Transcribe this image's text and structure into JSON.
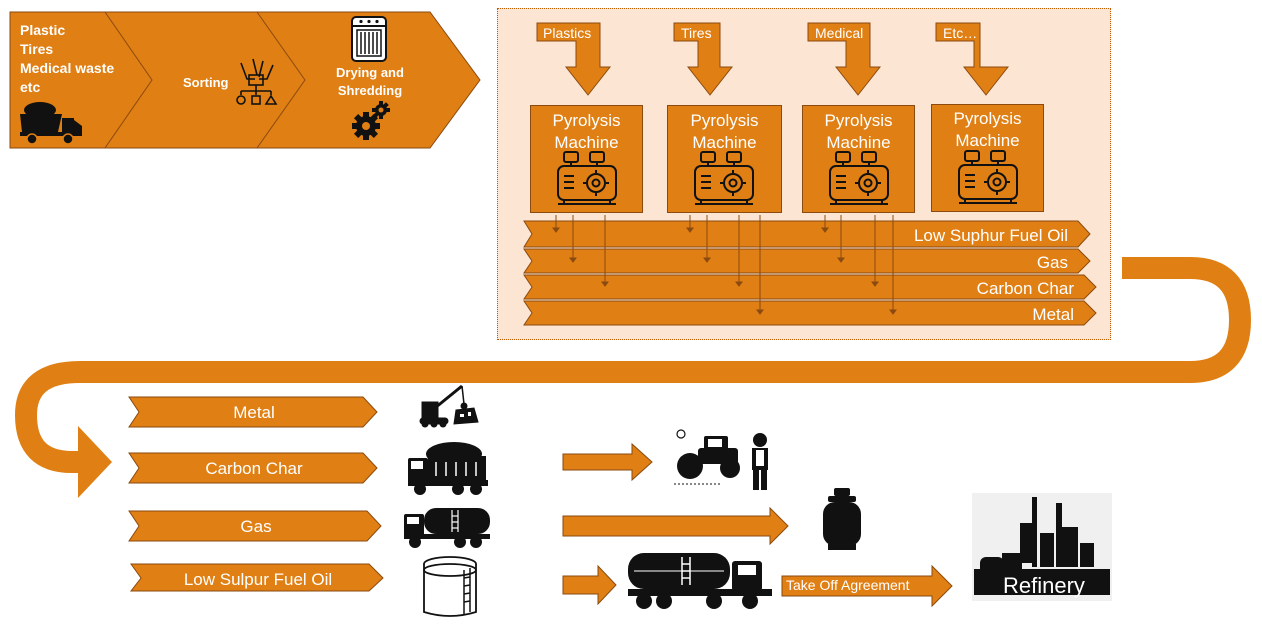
{
  "colors": {
    "accent": "#E07F13",
    "border": "#8a4a10",
    "panel_bg": "#FCE6D3",
    "icon": "#111111"
  },
  "stages": {
    "collection": {
      "lines": [
        "Plastic",
        "Tires",
        "Medical waste",
        "etc"
      ],
      "icon": "dump-truck-icon"
    },
    "sorting": {
      "label": "Sorting",
      "icon": "sorting-network-icon"
    },
    "drying": {
      "label_line1": "Drying and",
      "label_line2": "Shredding",
      "icons": [
        "dryer-icon",
        "gears-icon"
      ]
    }
  },
  "pyrolysis": {
    "inputs": [
      "Plastics",
      "Tires",
      "Medical",
      "Etc…"
    ],
    "machine_line1": "Pyrolysis",
    "machine_line2": "Machine",
    "outputs": [
      "Low Suphur Fuel Oil",
      "Gas",
      "Carbon Char",
      "Metal"
    ]
  },
  "products": [
    {
      "label": "Metal",
      "icon": "crane-scrap-icon"
    },
    {
      "label": "Carbon Char",
      "icon": "coal-truck-icon"
    },
    {
      "label": "Gas",
      "icon": "tanker-truck-icon"
    },
    {
      "label": "Low Sulpur Fuel Oil",
      "icon": "storage-tank-icon"
    }
  ],
  "destinations": {
    "road_roller_icon": "road-roller-worker-icon",
    "gas_cylinder_icon": "gas-cylinder-icon",
    "fuel_tanker_icon": "fuel-tanker-icon",
    "take_off": "Take Off Agreement",
    "refinery": "Refinery"
  }
}
